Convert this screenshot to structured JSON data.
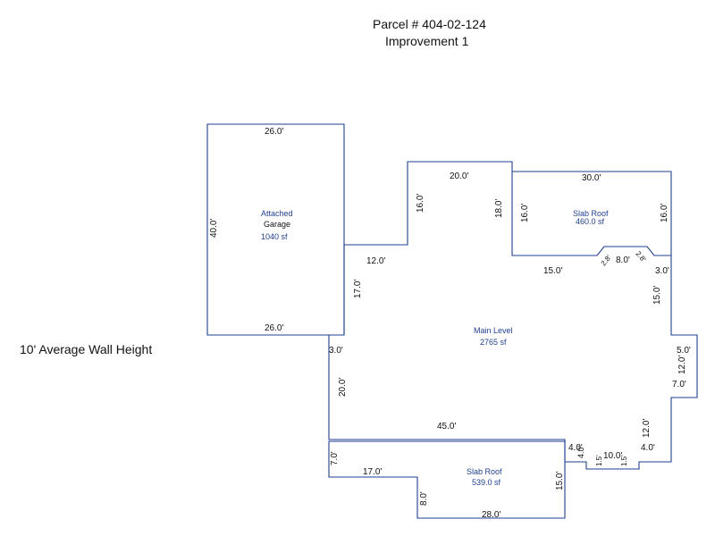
{
  "header": {
    "parcel": "Parcel # 404-02-124",
    "improvement": "Improvement 1"
  },
  "note": "10' Average Wall Height",
  "colors": {
    "outline": "#1f3f8f",
    "text": "#111111",
    "area_label": "#1f3f8f"
  },
  "garage": {
    "name_line1": "Attached",
    "name_line2": "Garage",
    "area": "1040 sf",
    "dims": {
      "top": "26.0'",
      "left": "40.0'",
      "bottom": "26.0'"
    }
  },
  "main_level": {
    "name": "Main Level",
    "area": "2765 sf",
    "dims": {
      "d16a": "16.0'",
      "d20a": "20.0'",
      "d18": "18.0'",
      "d12a": "12.0'",
      "d17": "17.0'",
      "d3a": "3.0'",
      "d20b": "20.0'",
      "d45": "45.0'",
      "d15a": "15.0'",
      "d2_8a": "2.8'",
      "d8": "8.0'",
      "d2_8b": "2.8'",
      "d3b": "3.0'",
      "d15b": "15.0'",
      "d5a": "5.0'",
      "d12b": "12.0'",
      "d7a": "7.0'",
      "d12c": "12.0'",
      "d4a": "4.0'",
      "d4b": "4.0'",
      "d4c": "4.0'",
      "d1_5a": "1.5'",
      "d10": "10.0'",
      "d1_5b": "1.5'"
    }
  },
  "slab_roof_upper": {
    "name": "Slab Roof",
    "area": "460.0 sf",
    "dims": {
      "top": "30.0'",
      "left": "16.0'",
      "right": "16.0'"
    }
  },
  "slab_roof_lower": {
    "name": "Slab Roof",
    "area": "539.0 sf",
    "dims": {
      "left": "7.0'",
      "top": "17.0'",
      "inner": "8.0'",
      "right": "15.0'",
      "bottom": "28.0'"
    }
  }
}
